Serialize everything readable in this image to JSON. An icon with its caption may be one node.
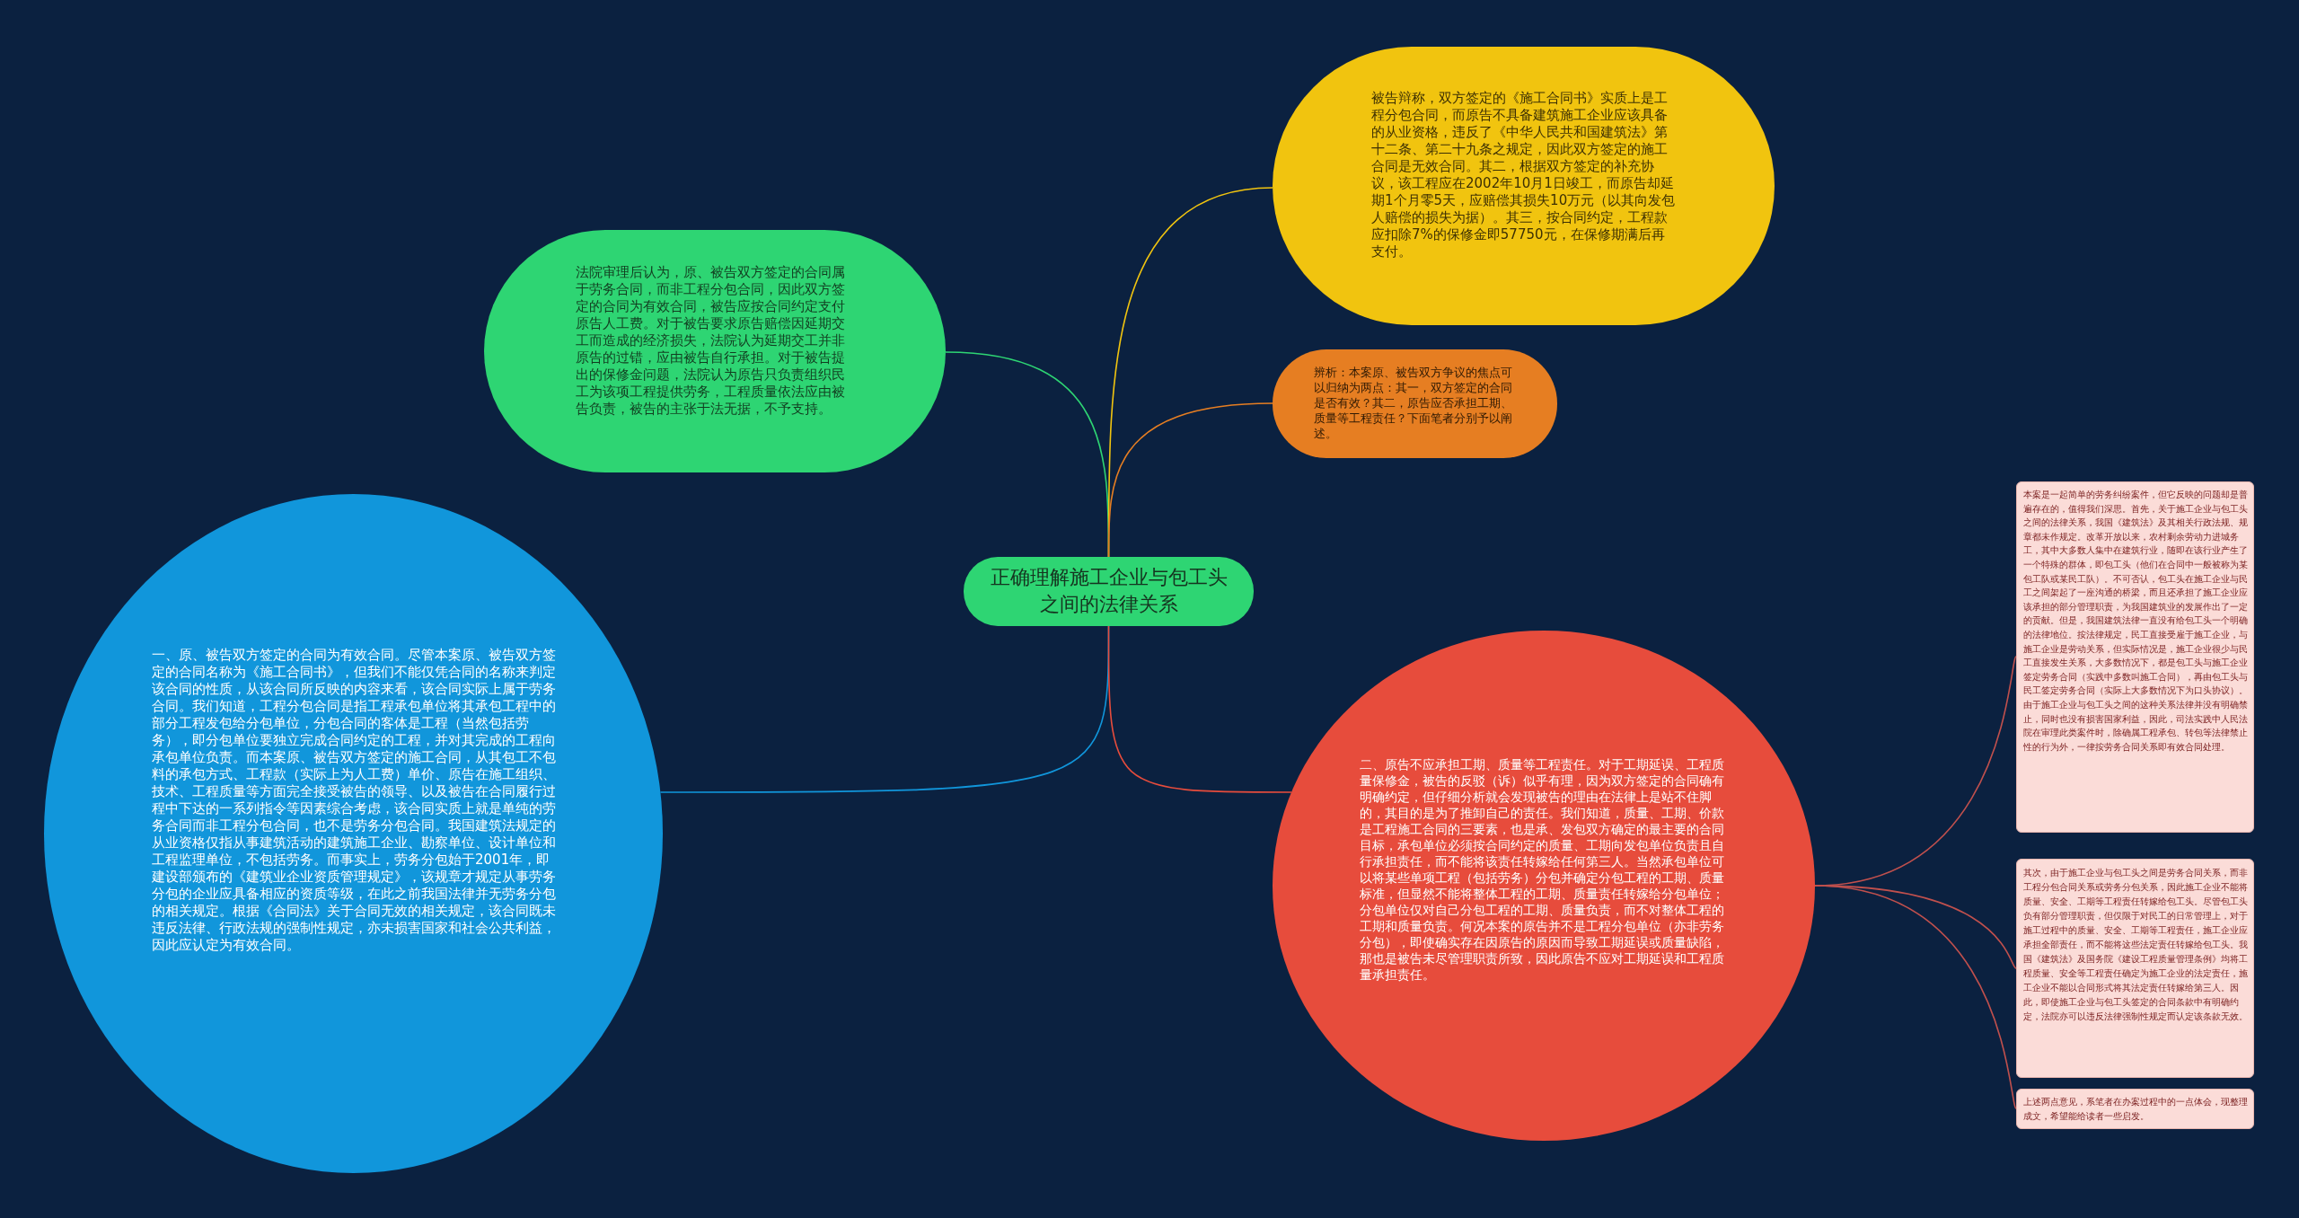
{
  "diagram": {
    "nodes": [
      {
        "text": [
          "正确理解施工企业与包工头之间的法律关系"
        ]
      },
      {
        "text": [
          "法院审理后认为，原、被告双方签定的合同属于劳务合同，而非工程分包合同，因此双方签定的合同为有效合同，被告应按合同约定支付原告人工费。对于被告要求原告赔偿因延期交工而造成的经济损失，法院认为延期交工并非原告的过错，应由被告自行承担。对于被告提出的保修金问题，法院认为原告只负责组织民工为该项工程提供劳务，工程质量依法应由被告负责，被告的主张于法无据，不予支持。"
        ]
      },
      {
        "text": [
          "被告辩称，双方签定的《施工合同书》实质上是工程分包合同，而原告不具备建筑施工企业应该具备的从业资格，违反了《中华人民共和国建筑法》第十二条、第二十九条之规定，因此双方签定的施工合同是无效合同。其二，根据双方签定的补充协议，该工程应在2002年10月1日竣工，而原告却延期1个月零5天，应赔偿其损失10万元（以其向发包人赔偿的损失为据）。其三，按合同约定，工程款应扣除7%的保修金即57750元，在保修期满后再支付。"
        ]
      },
      {
        "text": [
          "辨析：本案原、被告双方争议的焦点可以归纳为两点：其一，双方签定的合同是否有效？其二，原告应否承担工期、质量等工程责任？下面笔者分别予以阐述。"
        ]
      },
      {
        "text": [
          "一、原、被告双方签定的合同为有效合同。尽管本案原、被告双方签定的合同名称为《施工合同书》，但我们不能仅凭合同的名称来判定该合同的性质，从该合同所反映的内容来看，该合同实际上属于劳务合同。我们知道，工程分包合同是指工程承包单位将其承包工程中的部分工程发包给分包单位，分包合同的客体是工程（当然包括劳务），即分包单位要独立完成合同约定的工程，并对其完成的工程向承包单位负责。而本案原、被告双方签定的施工合同，从其包工不包料的承包方式、工程款（实际上为人工费）单价、原告在施工组织、技术、工程质量等方面完全接受被告的领导、以及被告在合同履行过程中下达的一系列指令等因素综合考虑，该合同实质上就是单纯的劳务合同而非工程分包合同，也不是劳务分包合同。我国建筑法规定的从业资格仅指从事建筑活动的建筑施工企业、勘察单位、设计单位和工程监理单位，不包括劳务。而事实上，劳务分包始于2001年，即建设部颁布的《建筑业企业资质管理规定》，该规章才规定从事劳务分包的企业应具备相应的资质等级，在此之前我国法律并无劳务分包的相关规定。根据《合同法》关于合同无效的相关规定，该合同既未违反法律、行政法规的强制性规定，亦未损害国家和社会公共利益，因此应认定为有效合同。"
        ]
      },
      {
        "text": [
          "二、原告不应承担工期、质量等工程责任。对于工期延误、工程质量保修金，被告的反驳（诉）似乎有理，因为双方签定的合同确有明确约定，但仔细分析就会发现被告的理由在法律上是站不住脚的，其目的是为了推卸自己的责任。我们知道，质量、工期、价款是工程施工合同的三要素，也是承、发包双方确定的最主要的合同目标，承包单位必须按合同约定的质量、工期向发包单位负责且自行承担责任，而不能将该责任转嫁给任何第三人。当然承包单位可以将某些单项工程（包括劳务）分包并确定分包工程的工期、质量标准，但显然不能将整体工程的工期、质量责任转嫁给分包单位；分包单位仅对自己分包工程的工期、质量负责，而不对整体工程的工期和质量负责。何况本案的原告并不是工程分包单位（亦非劳务分包），即使确实存在因原告的原因而导致工期延误或质量缺陷，那也是被告未尽管理职责所致，因此原告不应对工期延误和工程质量承担责任。"
        ]
      },
      {
        "text": [
          "本案是一起简单的劳务纠纷案件，但它反映的问题却是普遍存在的，值得我们深思。首先，关于施工企业与包工头之间的法律关系，我国《建筑法》及其相关行政法规、规章都未作规定。改革开放以来，农村剩余劳动力进城务工，其中大多数人集中在建筑行业，随即在该行业产生了一个特殊的群体，即包工头（他们在合同中一般被称为某包工队或某民工队）。不可否认，包工头在施工企业与民工之间架起了一座沟通的桥梁，而且还承担了施工企业应该承担的部分管理职责，为我国建筑业的发展作出了一定的贡献。但是，我国建筑法律一直没有给包工头一个明确的法律地位。按法律规定，民工直接受雇于施工企业，与施工企业是劳动关系，但实际情况是，施工企业很少与民工直接发生关系，大多数情况下，都是包工头与施工企业签定劳务合同（实践中多数叫施工合同），再由包工头与民工签定劳务合同（实际上大多数情况下为口头协议）。由于施工企业与包工头之间的这种关系法律并没有明确禁止，同时也没有损害国家利益，因此，司法实践中人民法院在审理此类案件时，除确属工程承包、转包等法律禁止性的行为外，一律按劳务合同关系即有效合同处理。"
        ]
      },
      {
        "text": [
          "其次，由于施工企业与包工头之间是劳务合同关系，而非工程分包合同关系或劳务分包关系，因此施工企业不能将质量、安全、工期等工程责任转嫁给包工头。尽管包工头负有部分管理职责，但仅限于对民工的日常管理上，对于施工过程中的质量、安全、工期等工程责任，施工企业应承担全部责任，而不能将这些法定责任转嫁给包工头。我国《建筑法》及国务院《建设工程质量管理条例》均将工程质量、安全等工程责任确定为施工企业的法定责任，施工企业不能以合同形式将其法定责任转嫁给第三人。因此，即使施工企业与包工头签定的合同条款中有明确约定，法院亦可以违反法律强制性规定而认定该条款无效。"
        ]
      },
      {
        "text": [
          "上述两点意见，系笔者在办案过程中的一点体会，现整理成文，希望能给读者一些启发。"
        ]
      }
    ],
    "edges": [
      {
        "from": 0,
        "to": 1,
        "arrow": "none",
        "color": "#2ed573"
      },
      {
        "from": 0,
        "to": 2,
        "arrow": "none",
        "color": "#f1c40f"
      },
      {
        "from": 0,
        "to": 3,
        "arrow": "none",
        "color": "#e67e22"
      },
      {
        "from": 0,
        "to": 4,
        "arrow": "none",
        "color": "#1196db"
      },
      {
        "from": 0,
        "to": 5,
        "arrow": "none",
        "color": "#e74c3c"
      },
      {
        "from": 5,
        "to": 6,
        "arrow": "none",
        "color": "#c0504d"
      },
      {
        "from": 5,
        "to": 7,
        "arrow": "none",
        "color": "#c0504d"
      },
      {
        "from": 5,
        "to": 8,
        "arrow": "none",
        "color": "#c0504d"
      }
    ]
  }
}
